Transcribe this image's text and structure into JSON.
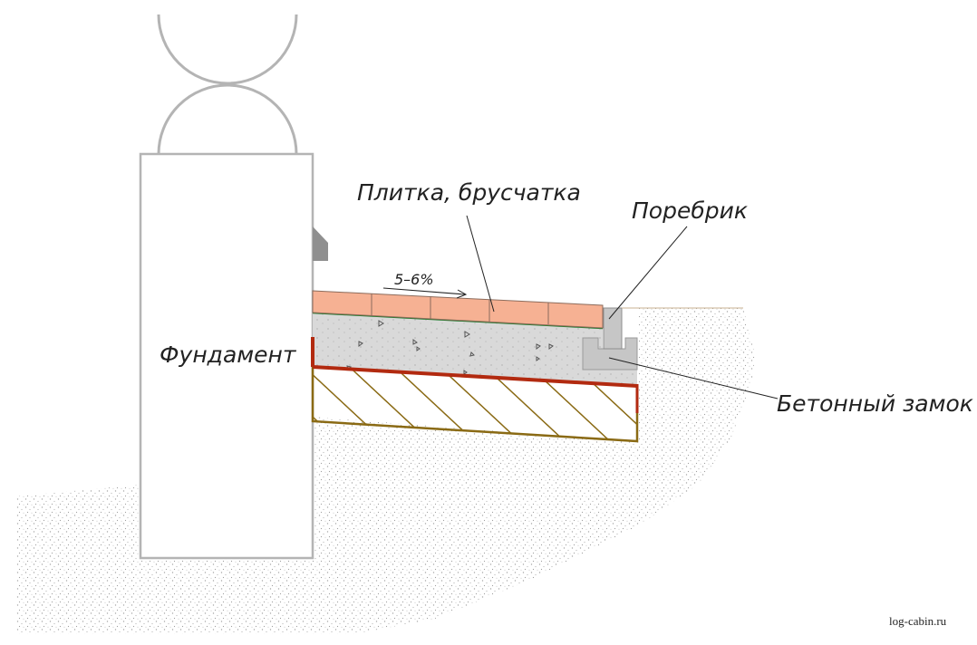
{
  "labels": {
    "foundation": "Фундамент",
    "tiles": "Плитка, брусчатка",
    "curb": "Поребрик",
    "concrete_lock": "Бетонный замок",
    "slope": "5–6%"
  },
  "credit": "log-cabin.ru",
  "colors": {
    "outline": "#b4b4b4",
    "tiles": "#f6b193",
    "tile_joint": "#8c6c5c",
    "geotextile": "#1f7a2a",
    "concrete": "#d9d9d9",
    "hydro_strip": "#b22a10",
    "hatch": "#8a6a14",
    "curb": "#c6c6c6",
    "ground_dots": "#aaaaaa",
    "leader": "#222222"
  }
}
